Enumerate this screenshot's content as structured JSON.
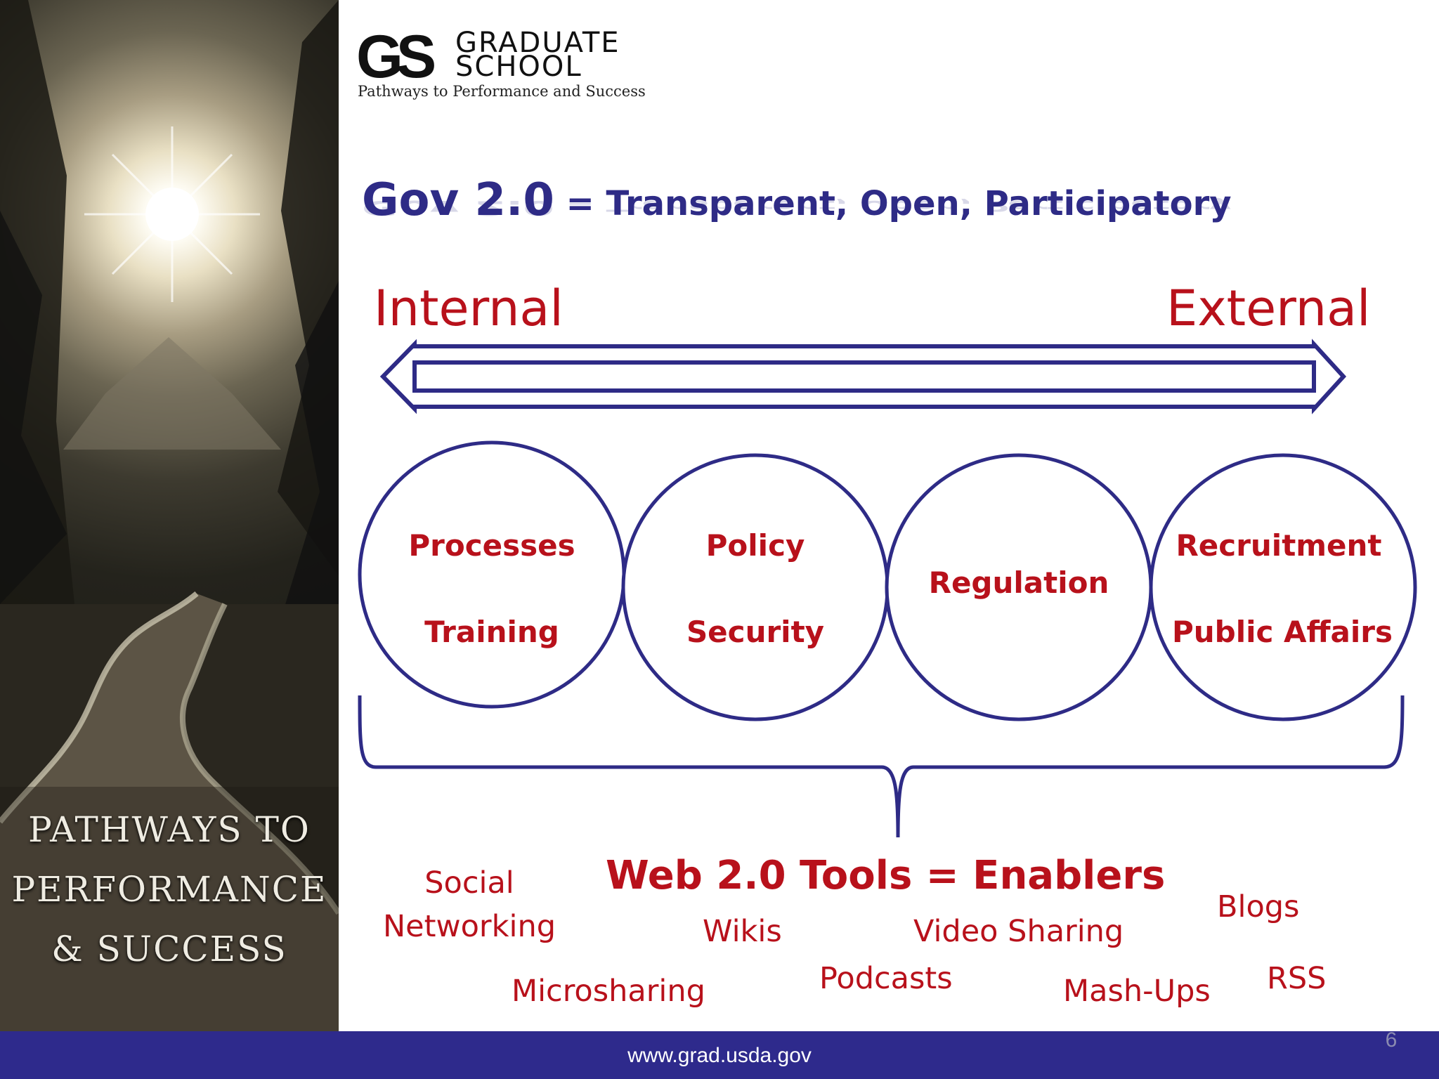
{
  "sidebar": {
    "caption_lines": [
      "PATHWAYS TO",
      "PERFORMANCE",
      "& SUCCESS"
    ]
  },
  "logo": {
    "monogram": "GS",
    "name_line1": "GRADUATE",
    "name_line2": "SCHOOL",
    "tagline": "Pathways to Performance and Success"
  },
  "title": {
    "main": "Gov 2.0",
    "sub": " = Transparent, Open, Participatory"
  },
  "spectrum": {
    "left_label": "Internal",
    "right_label": "External"
  },
  "circles": [
    {
      "lines": [
        "Processes",
        "Training"
      ]
    },
    {
      "lines": [
        "Policy",
        "Security"
      ]
    },
    {
      "lines": [
        "Regulation"
      ]
    },
    {
      "lines": [
        "Recruitment",
        "Public Affairs"
      ]
    }
  ],
  "tools": {
    "heading": "Web 2.0 Tools = Enablers",
    "social_line1": "Social",
    "social_line2": "Networking",
    "wikis": "Wikis",
    "video_sharing": "Video Sharing",
    "blogs": "Blogs",
    "microsharing": "Microsharing",
    "podcasts": "Podcasts",
    "mash_ups": "Mash-Ups",
    "rss": "RSS"
  },
  "footer": {
    "url": "www.grad.usda.gov",
    "page_number": "6"
  },
  "colors": {
    "accent_blue": "#2e2b86",
    "accent_red": "#b8111b",
    "footer_bar": "#2e2a8c"
  }
}
